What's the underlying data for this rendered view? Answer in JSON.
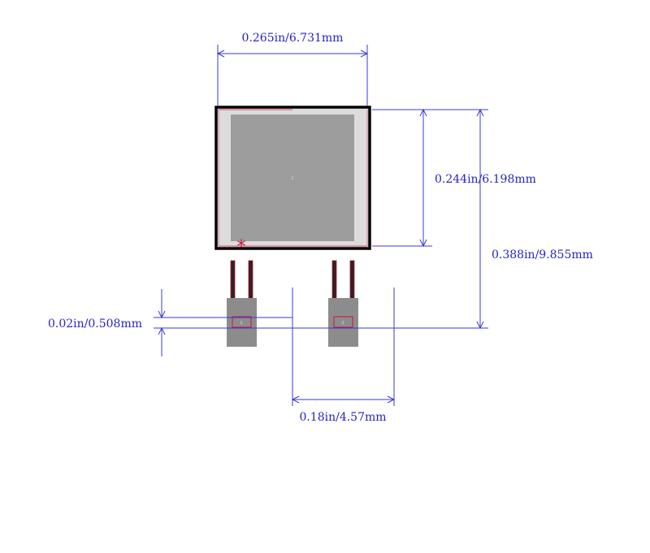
{
  "dimensions": {
    "width": "0.265in/6.731mm",
    "height_body": "0.244in/6.198mm",
    "height_total": "0.388in/9.855mm",
    "pad_offset": "0.02in/0.508mm",
    "pitch": "0.18in/4.57mm"
  },
  "pads": [
    {
      "label": "1"
    },
    {
      "label": "2"
    }
  ],
  "center_label": "1",
  "pin1_marker": "*",
  "colors": {
    "dimension": "#3a3ad8",
    "outline": "#000000",
    "pad": "#8c8c8c",
    "body": "#9d9d9d",
    "marker": "#d0103c"
  }
}
